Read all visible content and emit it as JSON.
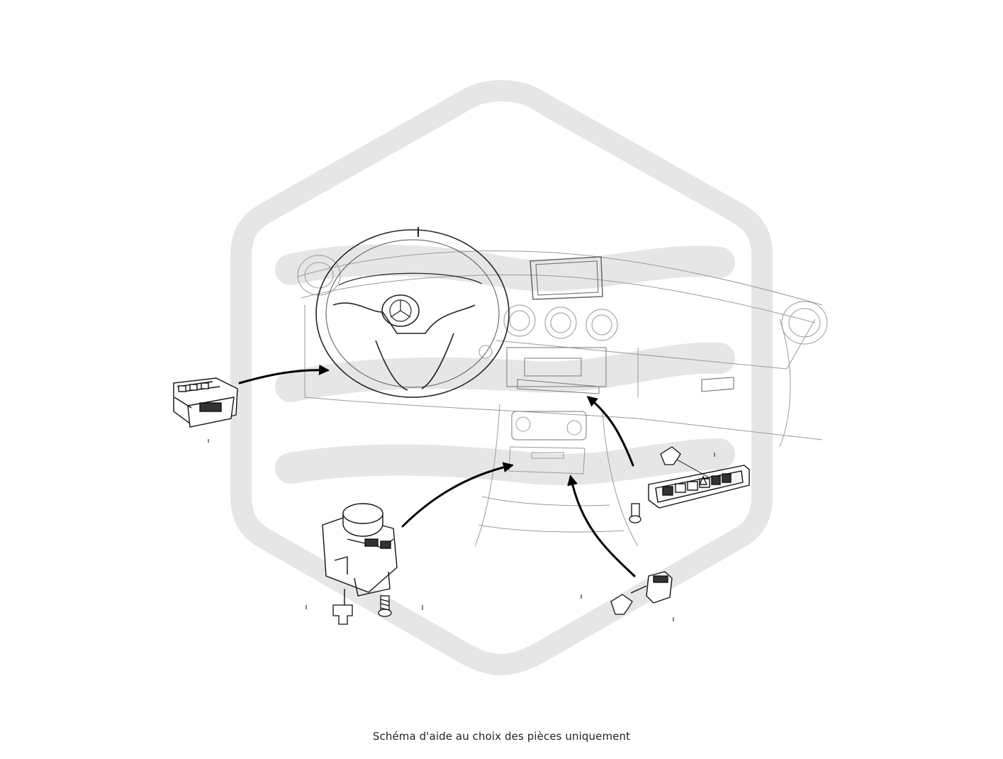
{
  "caption": "Schéma d'aide au choix des pièces uniquement",
  "watermark": {
    "color": "#e6e6e6"
  },
  "colors": {
    "line": "#111111",
    "faint": "#9a9a9a",
    "arrow": "#000000"
  },
  "parts": [
    {
      "id": "hazard-switch-panel",
      "icon": "switch-panel-icon"
    },
    {
      "id": "rotary-controller",
      "icon": "rotary-knob-icon"
    },
    {
      "id": "screw-left",
      "icon": "screw-icon"
    },
    {
      "id": "clip-left",
      "icon": "clip-icon"
    },
    {
      "id": "center-console-button-panel",
      "icon": "button-strip-icon"
    },
    {
      "id": "screw-right",
      "icon": "screw-icon"
    },
    {
      "id": "clip-right-top",
      "icon": "clip-icon"
    },
    {
      "id": "small-switch",
      "icon": "switch-icon"
    },
    {
      "id": "clip-right-bottom",
      "icon": "clip-icon"
    }
  ]
}
